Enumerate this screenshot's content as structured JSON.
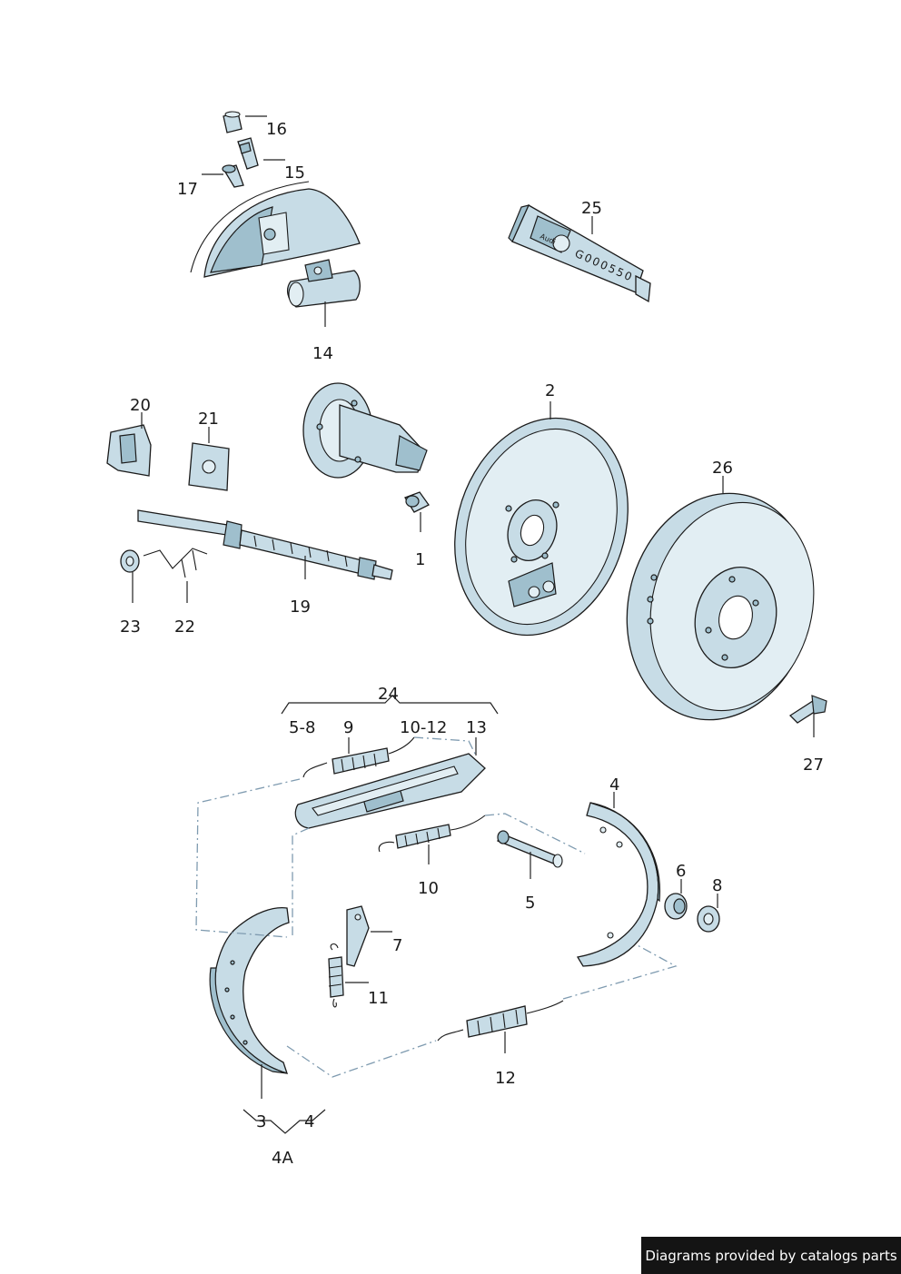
{
  "callouts": {
    "c1": "1",
    "c2": "2",
    "c3": "3",
    "c4_shoe": "4",
    "c4_group": "4",
    "c4a": "4A",
    "c5": "5",
    "c5_8": "5-8",
    "c6": "6",
    "c7": "7",
    "c8": "8",
    "c9": "9",
    "c10": "10",
    "c10_12": "10-12",
    "c11": "11",
    "c12": "12",
    "c13": "13",
    "c14": "14",
    "c15": "15",
    "c16": "16",
    "c17": "17",
    "c19": "19",
    "c20": "20",
    "c21": "21",
    "c22": "22",
    "c23": "23",
    "c24": "24",
    "c25": "25",
    "c26": "26",
    "c27": "27"
  },
  "grease_tube": {
    "brand": "Audi",
    "part_number": "G000550"
  },
  "footer": {
    "credit": "Diagrams provided by catalogs parts"
  },
  "colors": {
    "part_fill": "#c7dce6",
    "part_shadow": "#9fbfcd",
    "dashed_link": "#7f9bb0",
    "footer_bg": "#141414"
  }
}
